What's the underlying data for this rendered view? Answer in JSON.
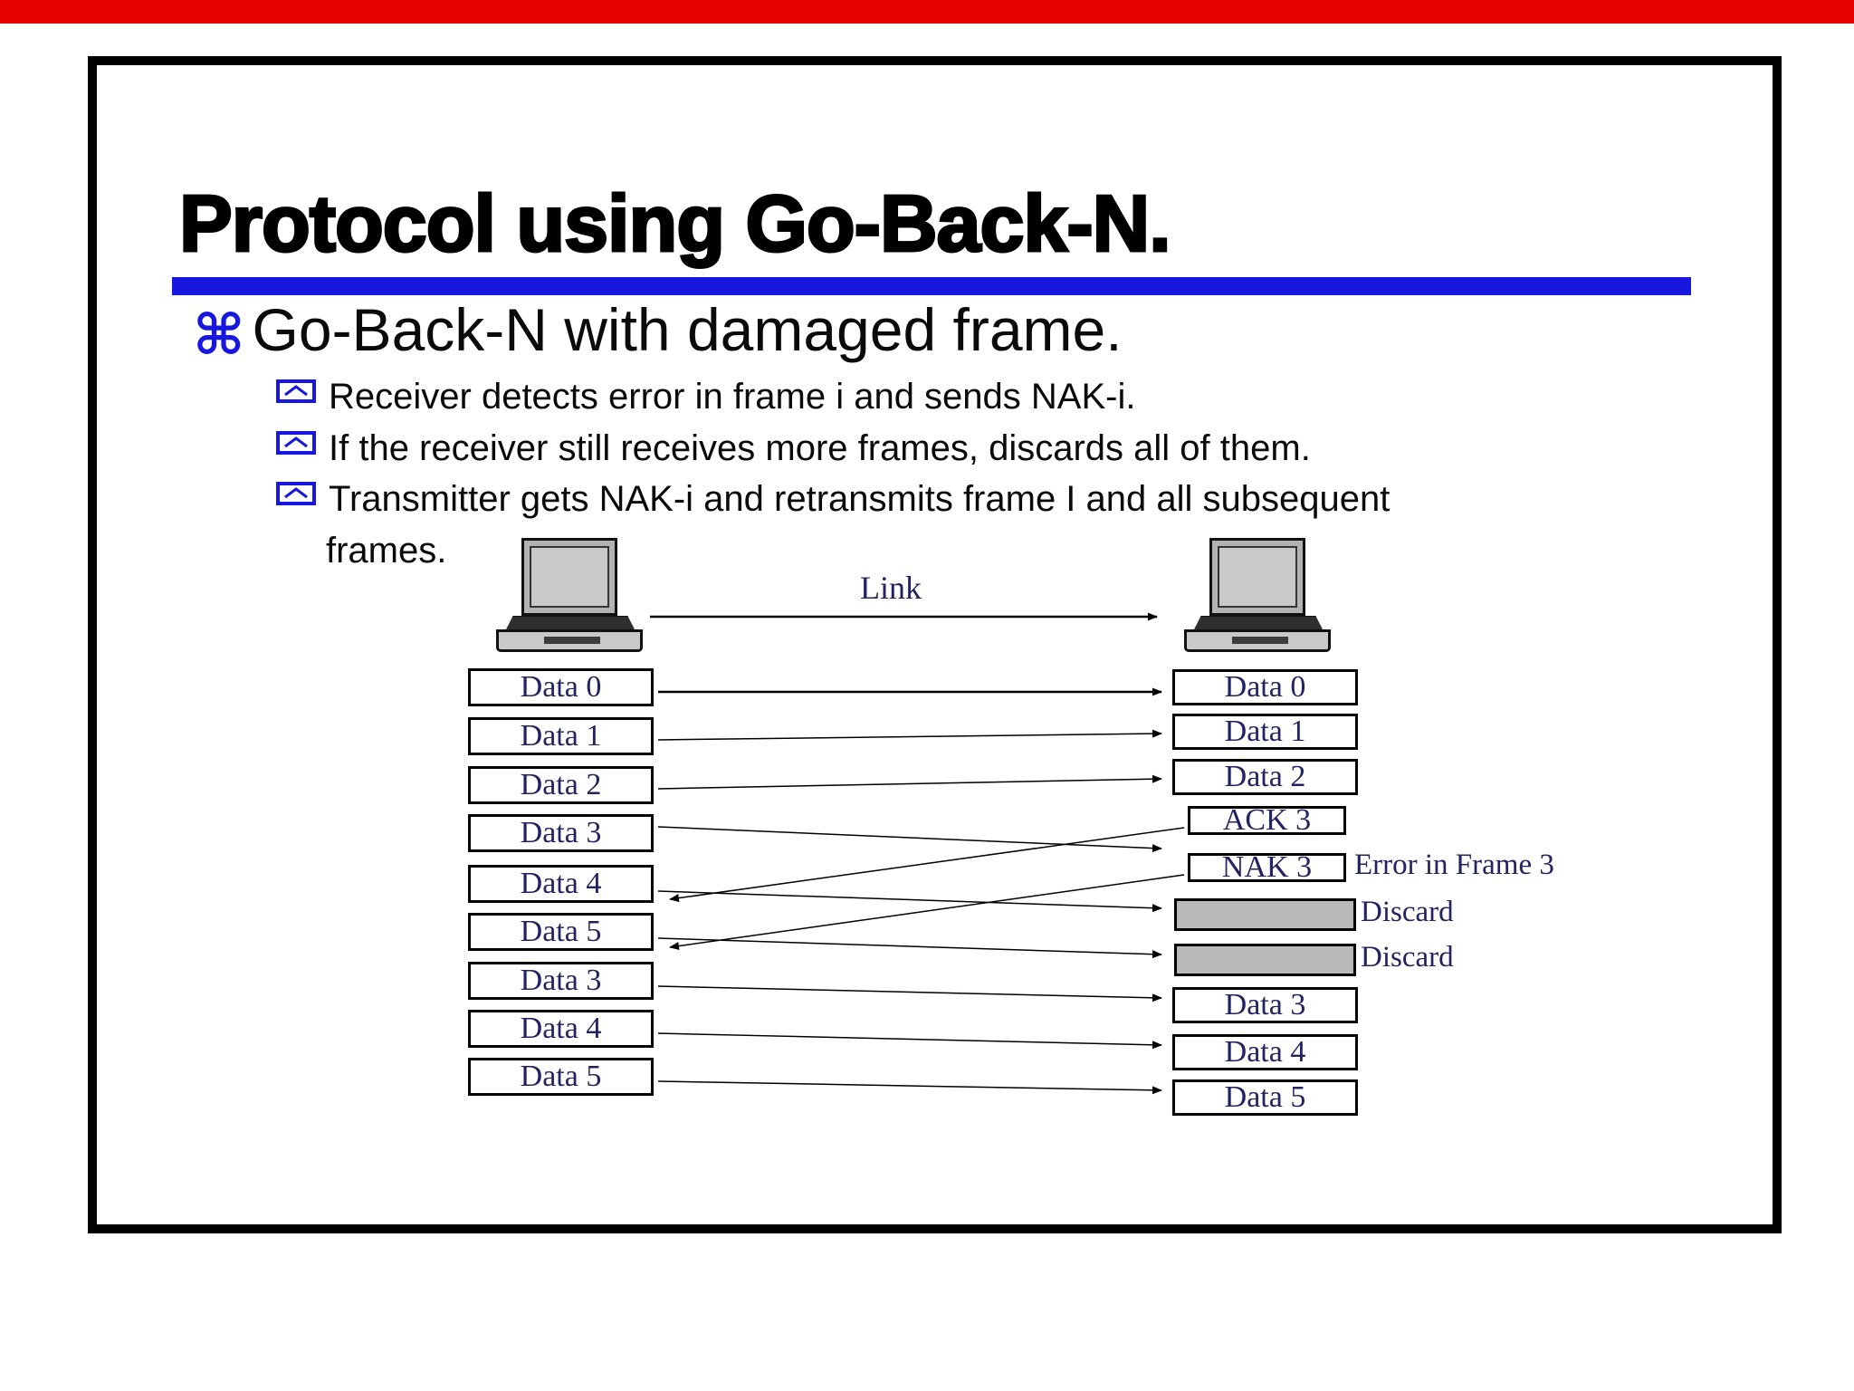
{
  "colors": {
    "accent_blue": "#1717e0",
    "bar_red": "#e60000",
    "diagram_navy": "#232363",
    "discard_gray": "#b9b9b9"
  },
  "slide": {
    "title": "Protocol using Go-Back-N.",
    "bullet": {
      "icon": "⌘",
      "text": "Go-Back-N with damaged frame."
    },
    "sub_bullets": [
      {
        "lines": [
          "Receiver detects error in frame i and sends NAK-i."
        ]
      },
      {
        "lines": [
          "If the receiver still receives more frames, discards all of them."
        ]
      },
      {
        "lines": [
          "Transmitter gets NAK-i and retransmits frame I and all subsequent",
          "frames."
        ]
      }
    ]
  },
  "diagram": {
    "link_label": "Link",
    "left_frames": [
      "Data 0",
      "Data 1",
      "Data 2",
      "Data 3",
      "Data 4",
      "Data 5",
      "Data 3",
      "Data 4",
      "Data 5"
    ],
    "right_frames": [
      {
        "label": "Data 0",
        "type": "data"
      },
      {
        "label": "Data 1",
        "type": "data"
      },
      {
        "label": "Data 2",
        "type": "data"
      },
      {
        "label": "ACK 3",
        "type": "ctrl"
      },
      {
        "label": "NAK 3",
        "type": "ctrl",
        "note": "Error in Frame 3"
      },
      {
        "label": "",
        "type": "discard",
        "note": "Discard"
      },
      {
        "label": "",
        "type": "discard",
        "note": "Discard"
      },
      {
        "label": "Data 3",
        "type": "data"
      },
      {
        "label": "Data 4",
        "type": "data"
      },
      {
        "label": "Data 5",
        "type": "data"
      }
    ]
  }
}
